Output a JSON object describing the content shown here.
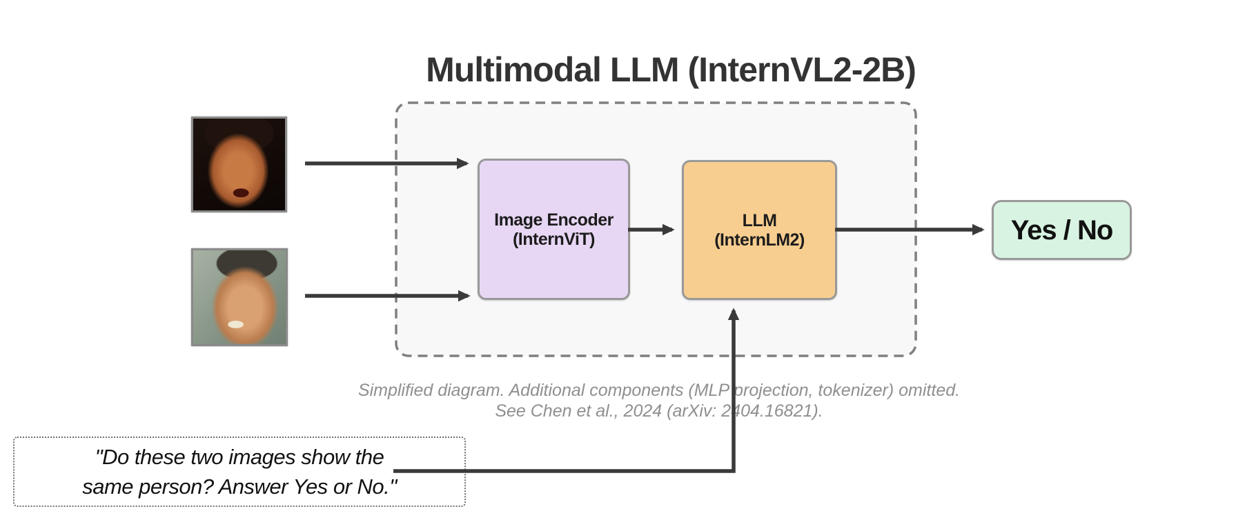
{
  "title": "Multimodal LLM (InternVL2-2B)",
  "input_images": [
    {
      "name": "face-photo-1",
      "alt": "close-up photo of a man's face, dark background"
    },
    {
      "name": "face-photo-2",
      "alt": "photo of the same man smiling, looking left"
    }
  ],
  "boxes": {
    "encoder": {
      "line1": "Image Encoder",
      "line2": "(InternViT)"
    },
    "llm": {
      "line1": "LLM",
      "line2": "(InternLM2)"
    },
    "output": {
      "label": "Yes / No"
    }
  },
  "caption": {
    "line1": "Simplified diagram. Additional components (MLP projection, tokenizer) omitted.",
    "line2": "See Chen et al., 2024 (arXiv: 2404.16821)."
  },
  "prompt": {
    "line1": "\"Do these two images show the",
    "line2": "same person? Answer Yes or No.\""
  },
  "colors": {
    "encoder_fill": "#e7d7f4",
    "llm_fill": "#f8ce90",
    "output_fill": "#d8f3e2",
    "panel_fill": "#f8f8f8",
    "panel_dash": "#7f7f7f",
    "arrow": "#3a3a3a",
    "caption_gray": "#8f8f8f"
  }
}
